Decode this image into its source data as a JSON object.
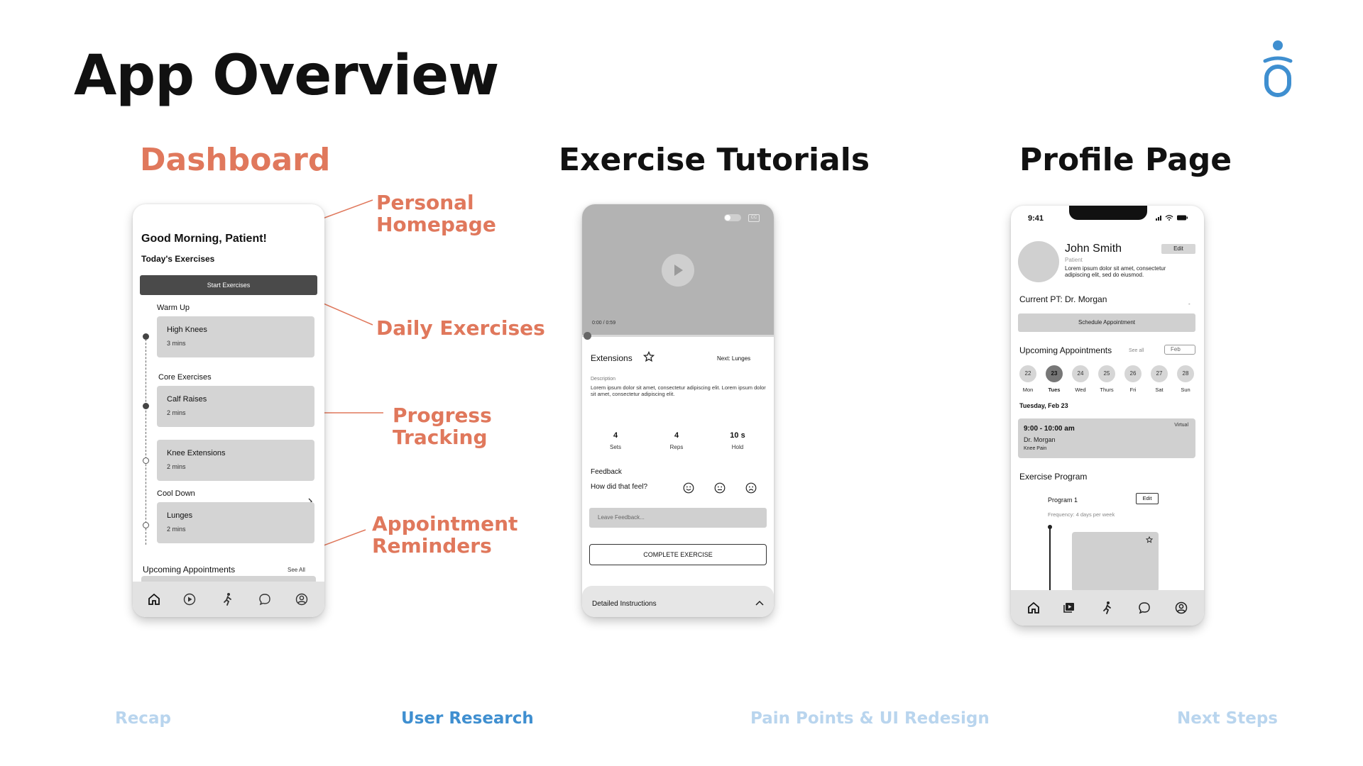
{
  "slide": {
    "title": "App Overview",
    "brand_color": "#3f8fd0",
    "accent_color": "#e0785c"
  },
  "sections": {
    "dashboard": "Dashboard",
    "exercise": "Exercise Tutorials",
    "profile": "Profile Page"
  },
  "annotations": {
    "personal": [
      "Personal",
      "Homepage"
    ],
    "daily": "Daily Exercises",
    "progress": [
      "Progress",
      "Tracking"
    ],
    "appointment": [
      "Appointment",
      "Reminders"
    ]
  },
  "dashboard": {
    "greeting": "Good Morning, Patient!",
    "today": "Today's Exercises",
    "start_button": "Start Exercises",
    "groups": {
      "warmup": "Warm Up",
      "core": "Core Exercises",
      "cooldown": "Cool Down"
    },
    "exercises": [
      {
        "name": "High Knees",
        "duration": "3 mins"
      },
      {
        "name": "Calf Raises",
        "duration": "2 mins"
      },
      {
        "name": "Knee Extensions",
        "duration": "2 mins"
      },
      {
        "name": "Lunges",
        "duration": "2 mins"
      }
    ],
    "upcoming": "Upcoming Appointments",
    "see_all": "See All",
    "tab_icons": [
      "home-icon",
      "play-icon",
      "exercise-icon",
      "chat-icon",
      "profile-icon"
    ]
  },
  "exercise": {
    "time": "0:00 / 0:59",
    "cc": "CC",
    "name": "Extensions",
    "next": "Next: Lunges",
    "description_label": "Description",
    "description": "Lorem ipsum dolor sit amet, consectetur adipiscing elit. Lorem ipsum dolor sit amet, consectetur adipiscing elit.",
    "stats": [
      {
        "value": "4",
        "label": "Sets"
      },
      {
        "value": "4",
        "label": "Reps"
      },
      {
        "value": "10 s",
        "label": "Hold"
      }
    ],
    "feedback_title": "Feedback",
    "feedback_question": "How did that feel?",
    "feedback_placeholder": "Leave Feedback...",
    "complete_button": "COMPLETE EXERCISE",
    "detailed": "Detailed Instructions"
  },
  "profile": {
    "status_time": "9:41",
    "name": "John Smith",
    "role": "Patient",
    "bio": "Lorem ipsum dolor sit amet, consectetur adipiscing elit, sed do eiusmod.",
    "edit": "Edit",
    "current_pt": "Current PT: Dr. Morgan",
    "dash": "-",
    "schedule_button": "Schedule Appointment",
    "upcoming": "Upcoming Appointments",
    "see_all": "See all",
    "month": "Feb",
    "days": [
      {
        "num": "22",
        "label": "Mon"
      },
      {
        "num": "23",
        "label": "Tues"
      },
      {
        "num": "24",
        "label": "Wed"
      },
      {
        "num": "25",
        "label": "Thurs"
      },
      {
        "num": "26",
        "label": "Fri"
      },
      {
        "num": "27",
        "label": "Sat"
      },
      {
        "num": "28",
        "label": "Sun"
      }
    ],
    "selected_day": "23",
    "date_heading": "Tuesday, Feb 23",
    "appointment": {
      "time": "9:00 - 10:00 am",
      "doctor": "Dr. Morgan",
      "reason": "Knee Pain",
      "mode": "Virtual"
    },
    "program_title": "Exercise Program",
    "program_name": "Program 1",
    "program_edit": "Edit",
    "frequency": "Frequency: 4 days per week"
  },
  "bottom_nav": [
    {
      "label": "Recap",
      "active": false
    },
    {
      "label": "User Research",
      "active": true
    },
    {
      "label": "Pain Points & UI Redesign",
      "active": false
    },
    {
      "label": "Next Steps",
      "active": false
    }
  ]
}
